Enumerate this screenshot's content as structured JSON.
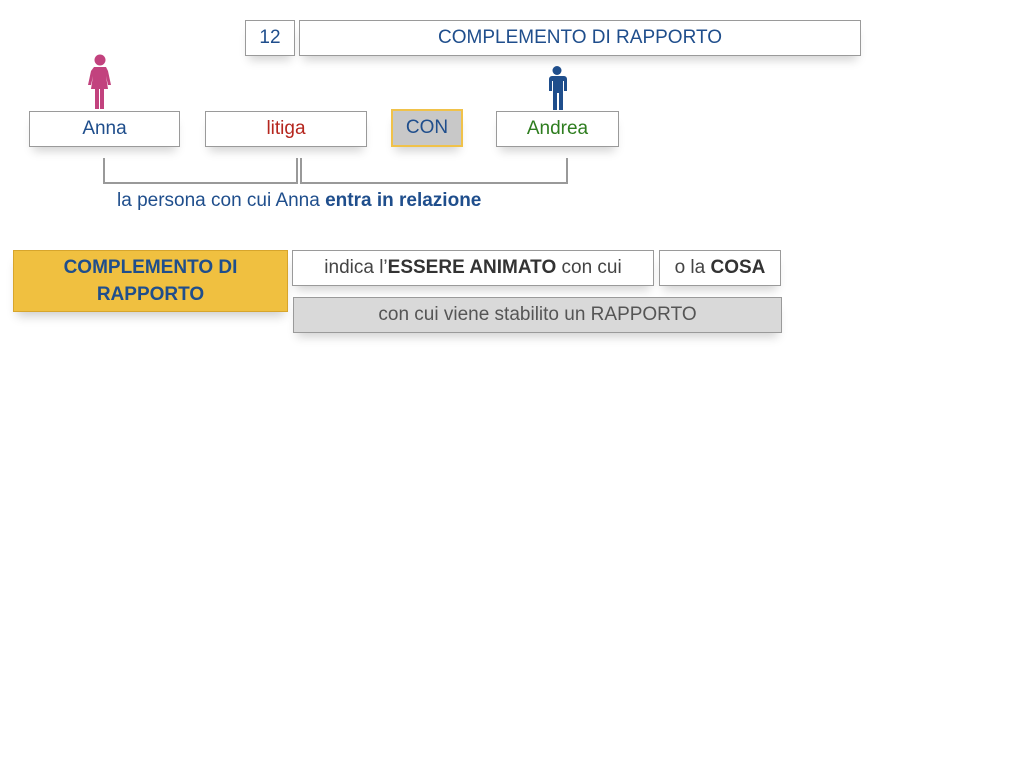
{
  "header": {
    "number": "12",
    "title": "COMPLEMENTO DI RAPPORTO"
  },
  "sentence": {
    "subject": "Anna",
    "verb": "litiga",
    "preposition": "CON",
    "complement": "Andrea"
  },
  "caption": {
    "text": "la persona con cui Anna ",
    "bold": "entra in relazione"
  },
  "definition": {
    "label": "COMPLEMENTO DI RAPPORTO",
    "line1_prefix": "indica l’",
    "line1_bold": "ESSERE ANIMATO",
    "line1_suffix": " con cui",
    "line2_prefix": "o la ",
    "line2_bold": "COSA",
    "line3": "con cui viene stabilito un RAPPORTO"
  },
  "colors": {
    "blue": "#1f4e8c",
    "red": "#b5261e",
    "green": "#2e7d1f",
    "yellow": "#f0c040",
    "female_icon": "#c2427e",
    "male_icon": "#1f4e8c"
  },
  "icons": {
    "female": "female-person-icon",
    "male": "male-person-icon"
  }
}
